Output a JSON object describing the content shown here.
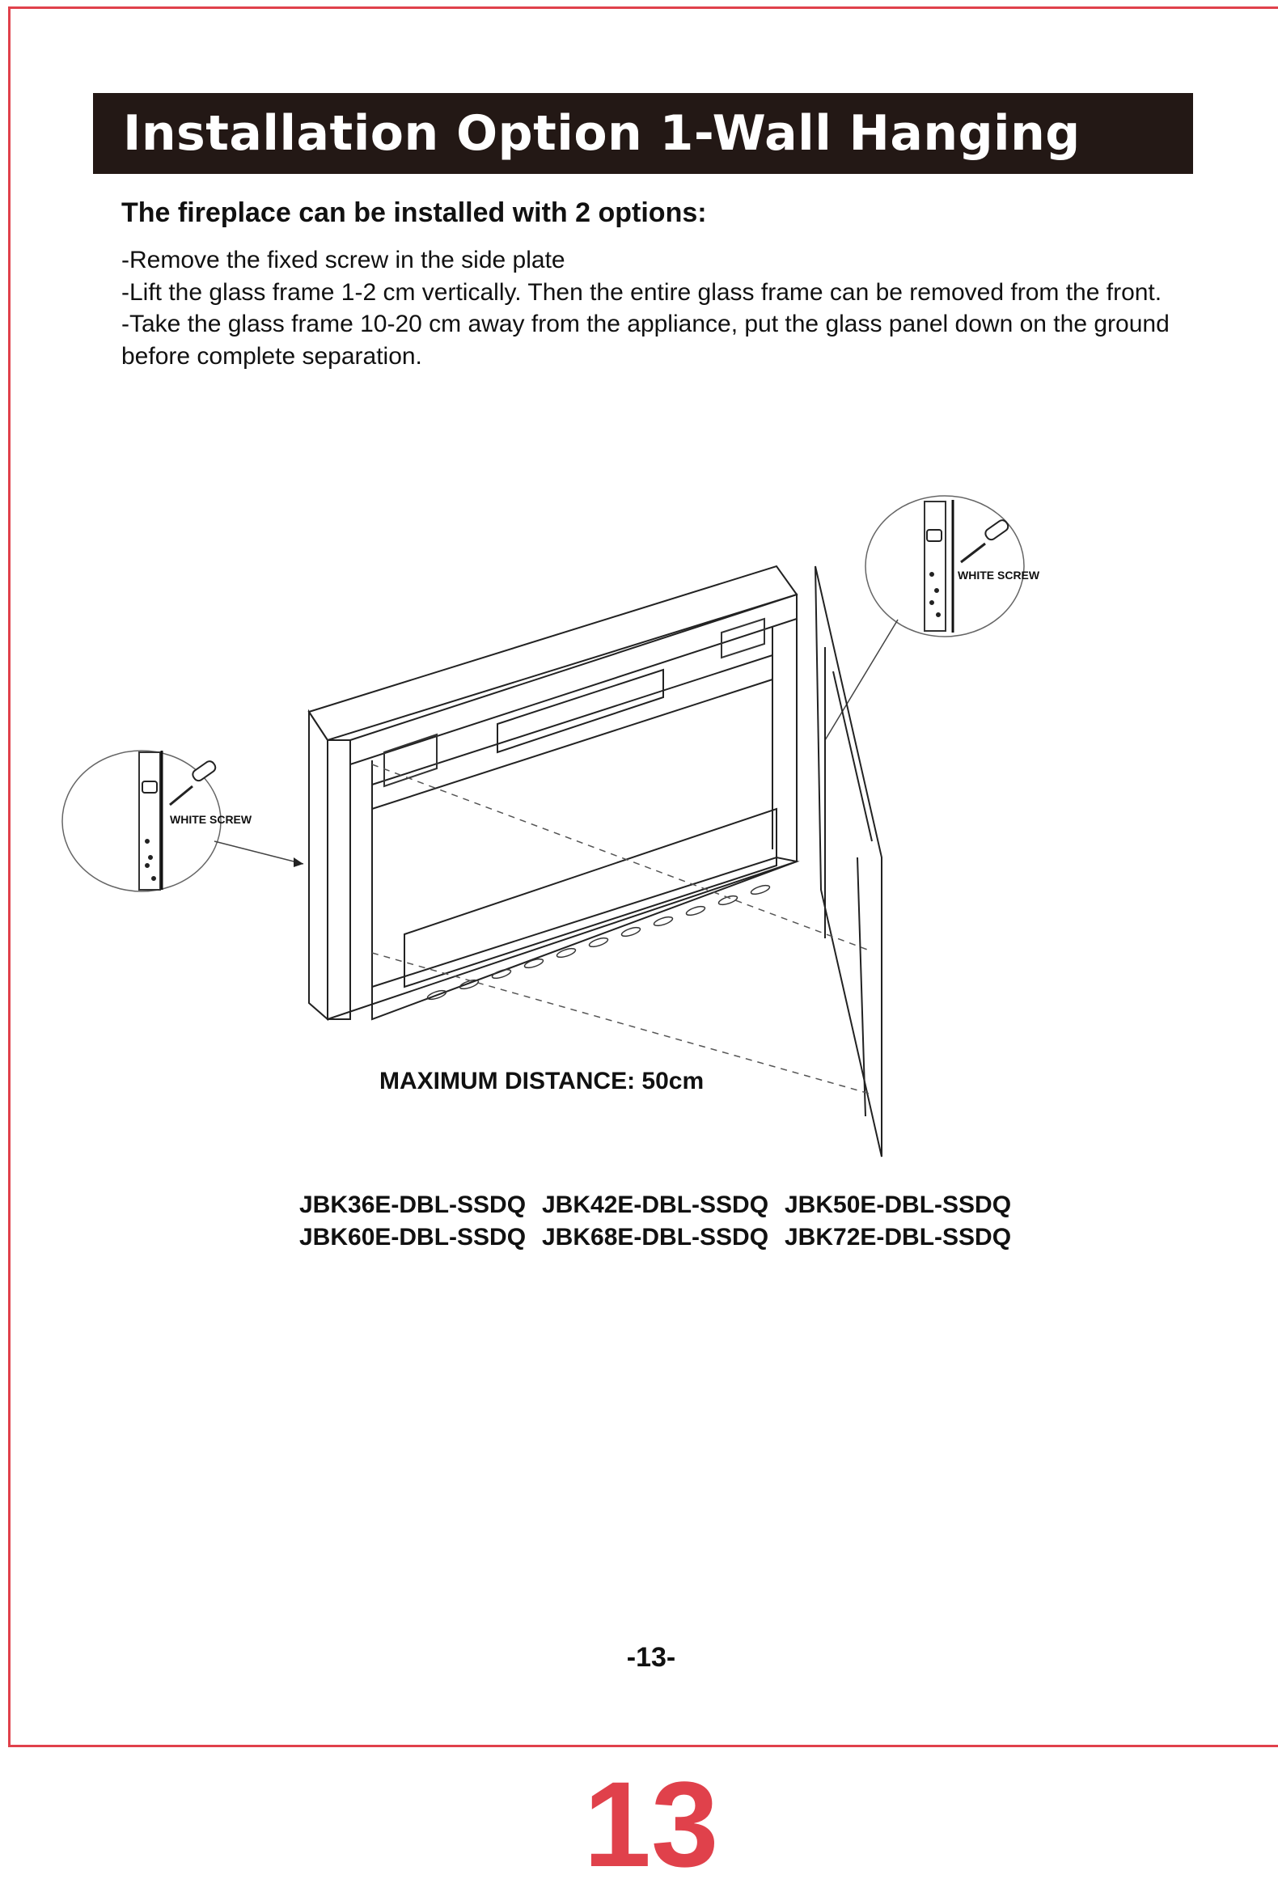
{
  "page": {
    "title": "Installation Option 1-Wall Hanging",
    "subtitle": "The fireplace can be installed with 2 options:",
    "instructions": [
      "-Remove the fixed screw in the side plate",
      "-Lift the glass frame 1-2 cm vertically. Then the entire glass frame can be removed from the front.",
      "-Take the glass frame 10-20 cm away from the appliance, put the glass panel down on the ground before complete separation."
    ],
    "diagram": {
      "callout_left_label": "WHITE SCREW",
      "callout_right_label": "WHITE SCREW",
      "max_distance": "MAXIMUM DISTANCE: 50cm"
    },
    "models": [
      [
        "JBK36E-DBL-SSDQ",
        "JBK42E-DBL-SSDQ",
        "JBK50E-DBL-SSDQ"
      ],
      [
        "JBK60E-DBL-SSDQ",
        "JBK68E-DBL-SSDQ",
        "JBK72E-DBL-SSDQ"
      ]
    ],
    "page_number": "-13-",
    "next_page_number": "13"
  },
  "colors": {
    "title_bar": "#231815",
    "accent_border": "#e0414b"
  }
}
